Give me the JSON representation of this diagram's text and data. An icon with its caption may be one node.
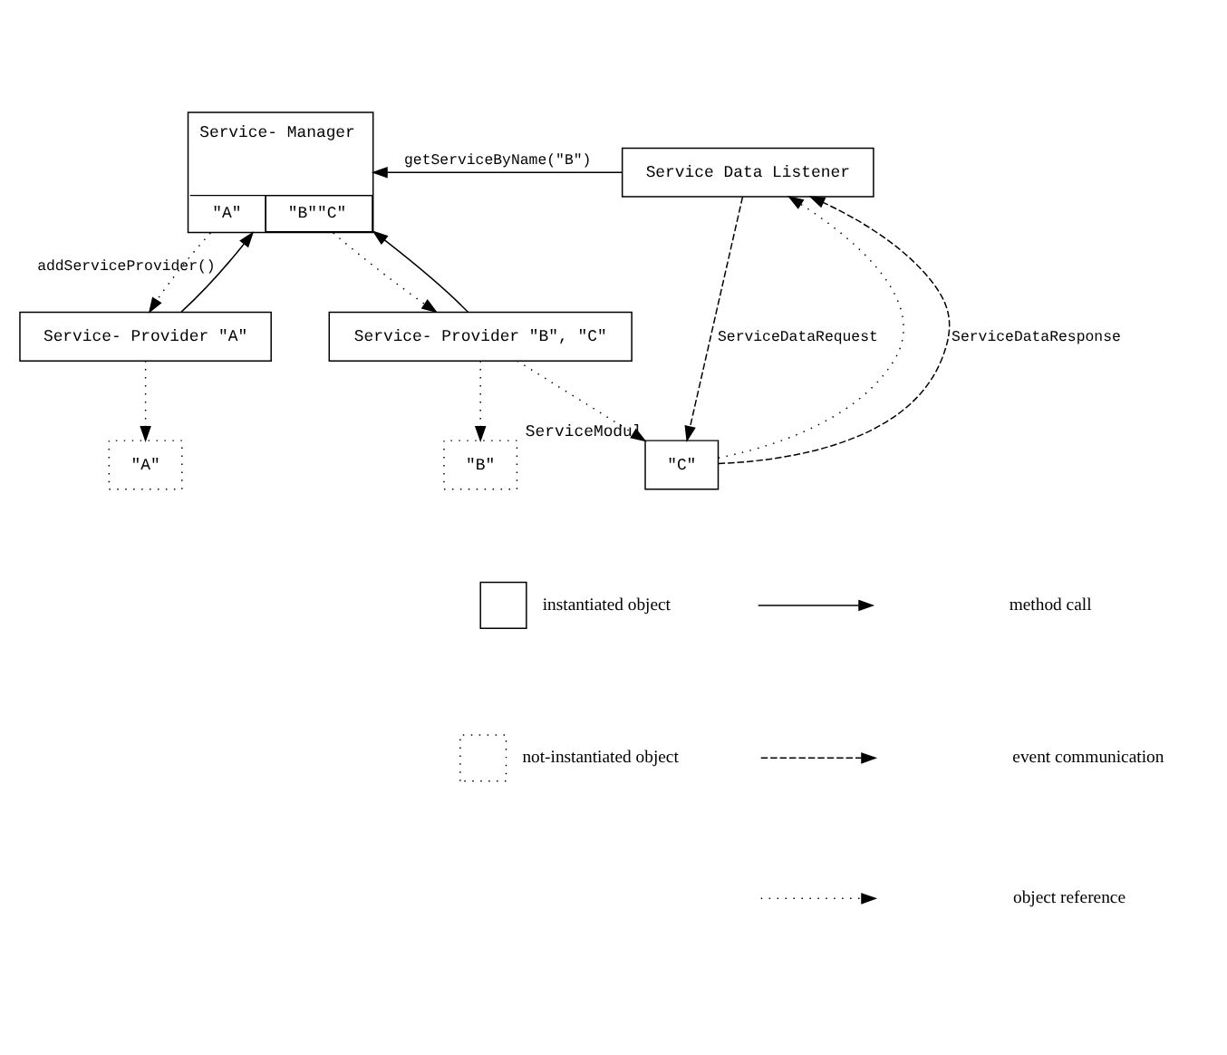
{
  "diagram": {
    "nodes": [
      {
        "text": [
          "Service- Manager",
          "\"A\"",
          "\"B\"\"C\""
        ]
      },
      {
        "text": [
          "Service Data Listener"
        ]
      },
      {
        "text": [
          "Service- Provider \"A\""
        ]
      },
      {
        "text": [
          "Service- Provider \"B\", \"C\""
        ]
      },
      {
        "text": [
          "\"A\""
        ]
      },
      {
        "text": [
          "\"B\""
        ]
      },
      {
        "text": [
          "\"C\""
        ],
        "beside": [
          "ServiceModul"
        ]
      }
    ],
    "edges": [
      {
        "from": 2,
        "to": 0,
        "arrow": "to",
        "label": "addServiceProvider()"
      },
      {
        "from": 3,
        "to": 0,
        "arrow": "to"
      },
      {
        "from": 1,
        "to": 0,
        "arrow": "to",
        "label": "getServiceByName(\"B\")"
      },
      {
        "from": 0,
        "to": 2,
        "arrow": "to",
        "style": "dashed"
      },
      {
        "from": 0,
        "to": 3,
        "arrow": "to",
        "style": "dashed"
      },
      {
        "from": 2,
        "to": 4,
        "arrow": "to",
        "style": "dashed"
      },
      {
        "from": 3,
        "to": 5,
        "arrow": "to",
        "style": "dashed"
      },
      {
        "from": 3,
        "to": 6,
        "arrow": "to",
        "style": "dashed"
      },
      {
        "from": 1,
        "to": 6,
        "arrow": "to",
        "style": "dashed",
        "label": "ServiceDataRequest"
      },
      {
        "from": 6,
        "to": 1,
        "arrow": "to",
        "style": "dashed"
      },
      {
        "from": 6,
        "to": 1,
        "arrow": "to",
        "style": "dashed",
        "label": "ServiceDataResponse"
      }
    ],
    "legend": [
      {
        "text": "instantiated object"
      },
      {
        "text": "not-instantiated object"
      },
      {
        "text": "method call"
      },
      {
        "text": "event communication"
      },
      {
        "text": "object reference"
      }
    ]
  }
}
